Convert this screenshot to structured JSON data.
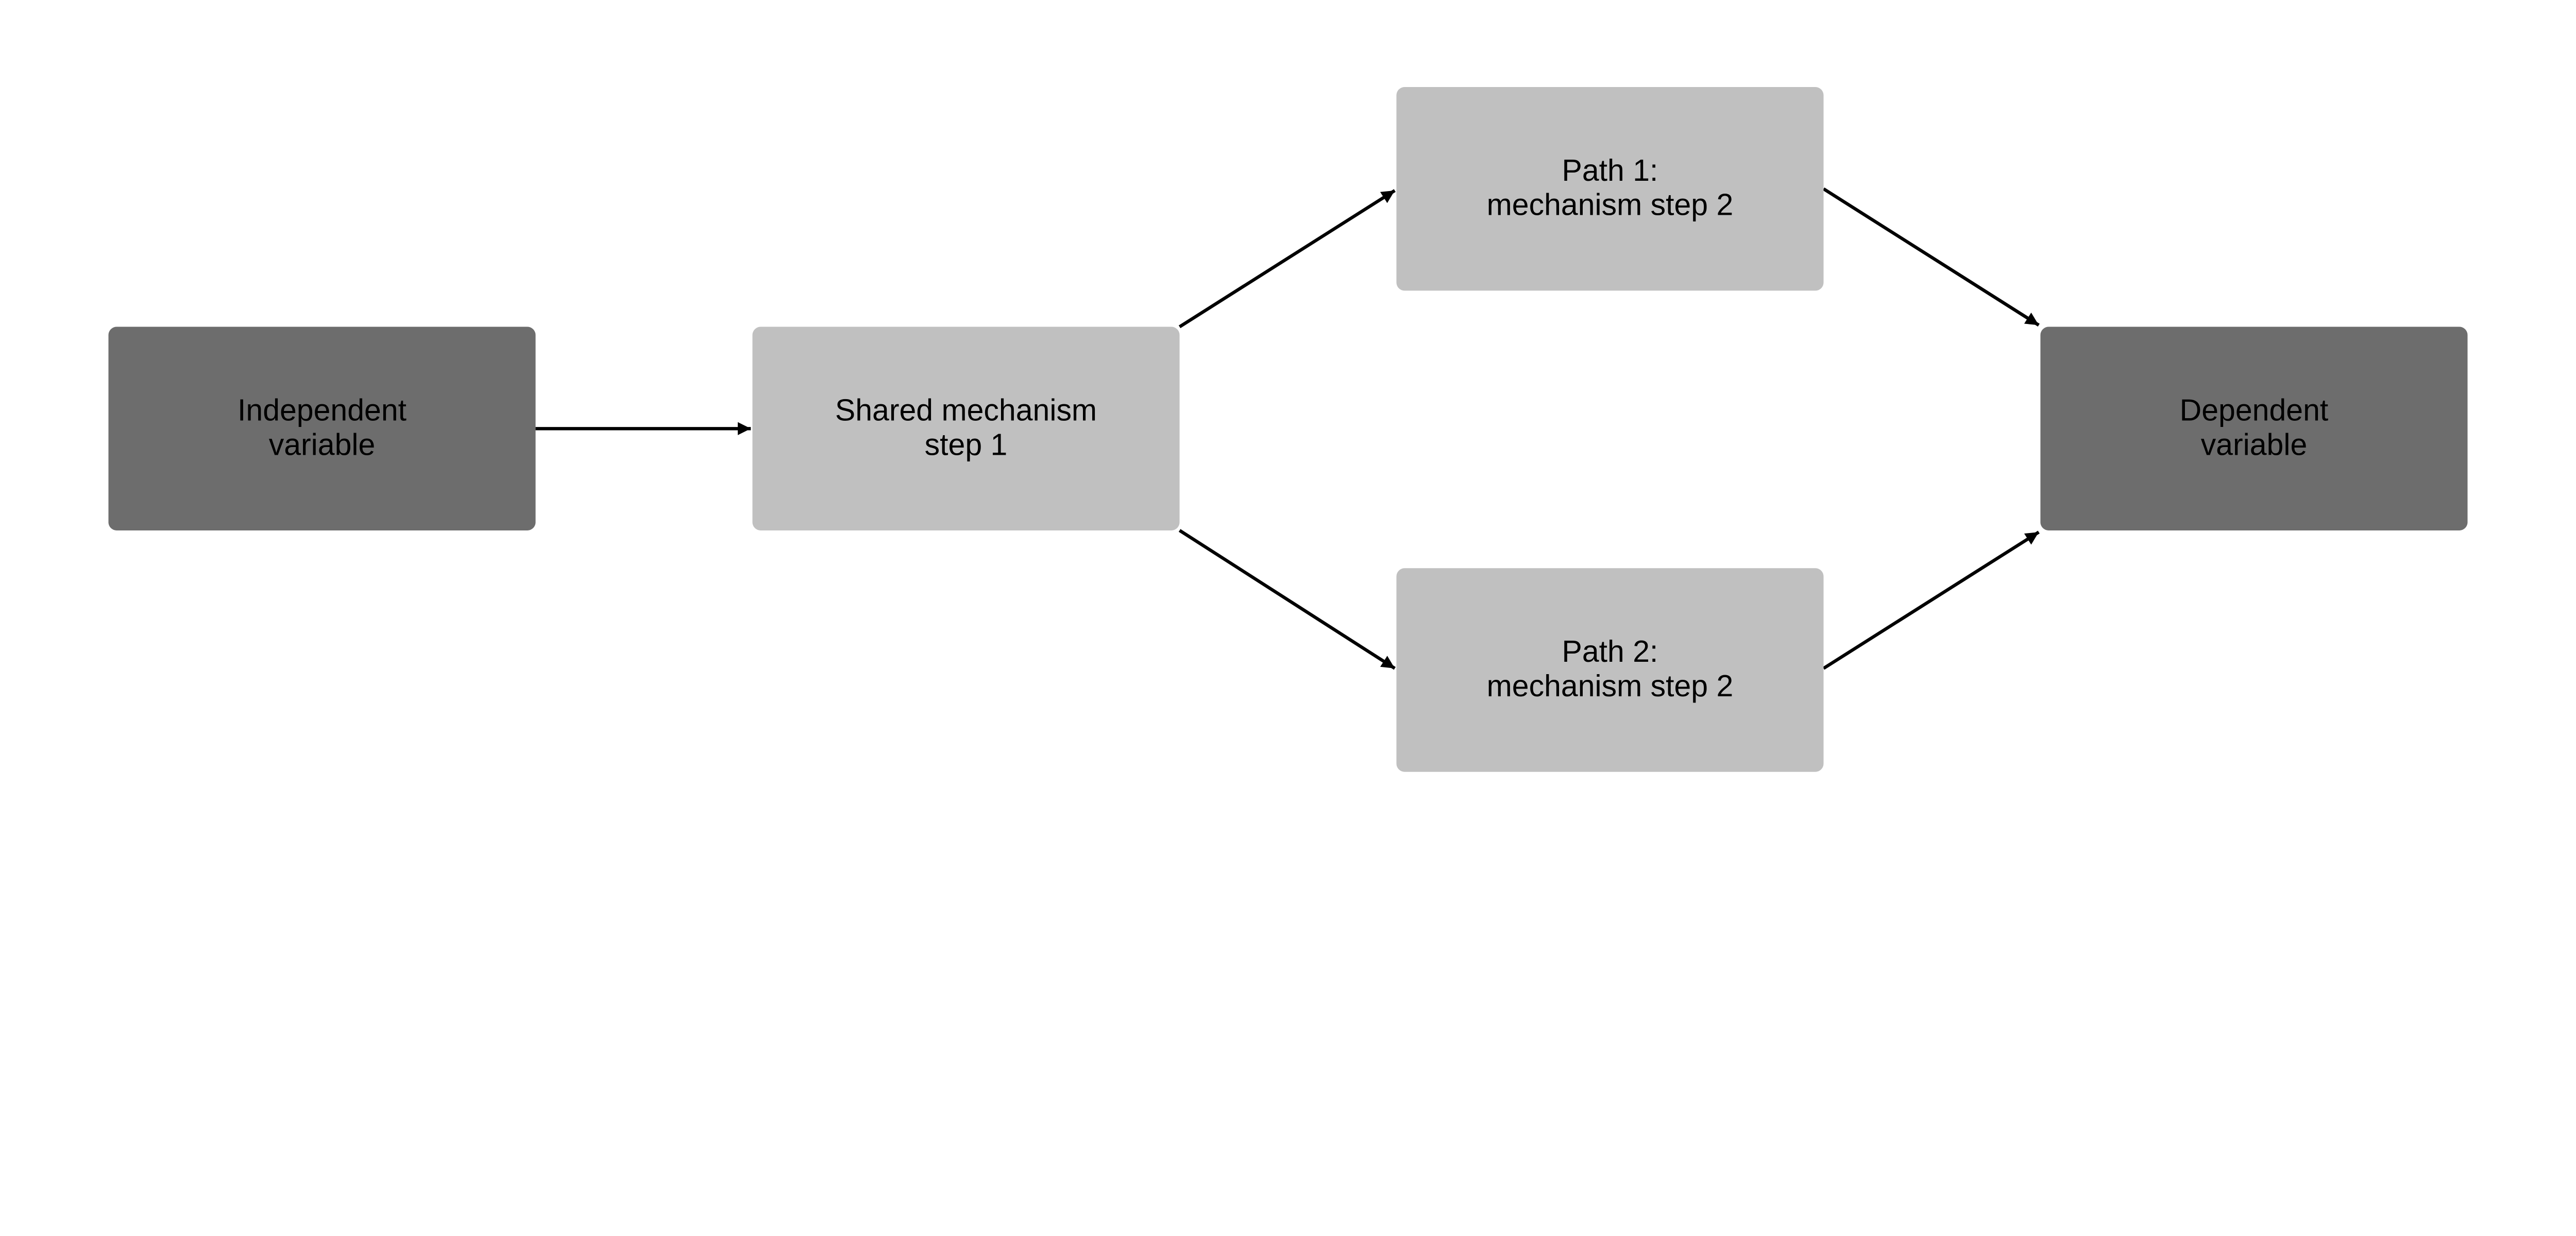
{
  "colors": {
    "outcome_node": "#6d6d6d",
    "mechanism_node": "#c0c0c0",
    "arrow": "#000000",
    "background": "#ffffff"
  },
  "nodes": [
    {
      "id": "iv",
      "lines": [
        "Independent",
        "variable"
      ],
      "kind": "outcome_node"
    },
    {
      "id": "shared",
      "lines": [
        "Shared mechanism",
        "step 1"
      ],
      "kind": "mechanism_node"
    },
    {
      "id": "path1",
      "lines": [
        "Path 1:",
        "mechanism step 2"
      ],
      "kind": "mechanism_node"
    },
    {
      "id": "path2",
      "lines": [
        "Path 2:",
        "mechanism step 2"
      ],
      "kind": "mechanism_node"
    },
    {
      "id": "dv",
      "lines": [
        "Dependent",
        "variable"
      ],
      "kind": "outcome_node"
    }
  ],
  "edges": [
    {
      "from": "iv",
      "to": "shared"
    },
    {
      "from": "shared",
      "to": "path1"
    },
    {
      "from": "shared",
      "to": "path2"
    },
    {
      "from": "path1",
      "to": "dv"
    },
    {
      "from": "path2",
      "to": "dv"
    }
  ]
}
